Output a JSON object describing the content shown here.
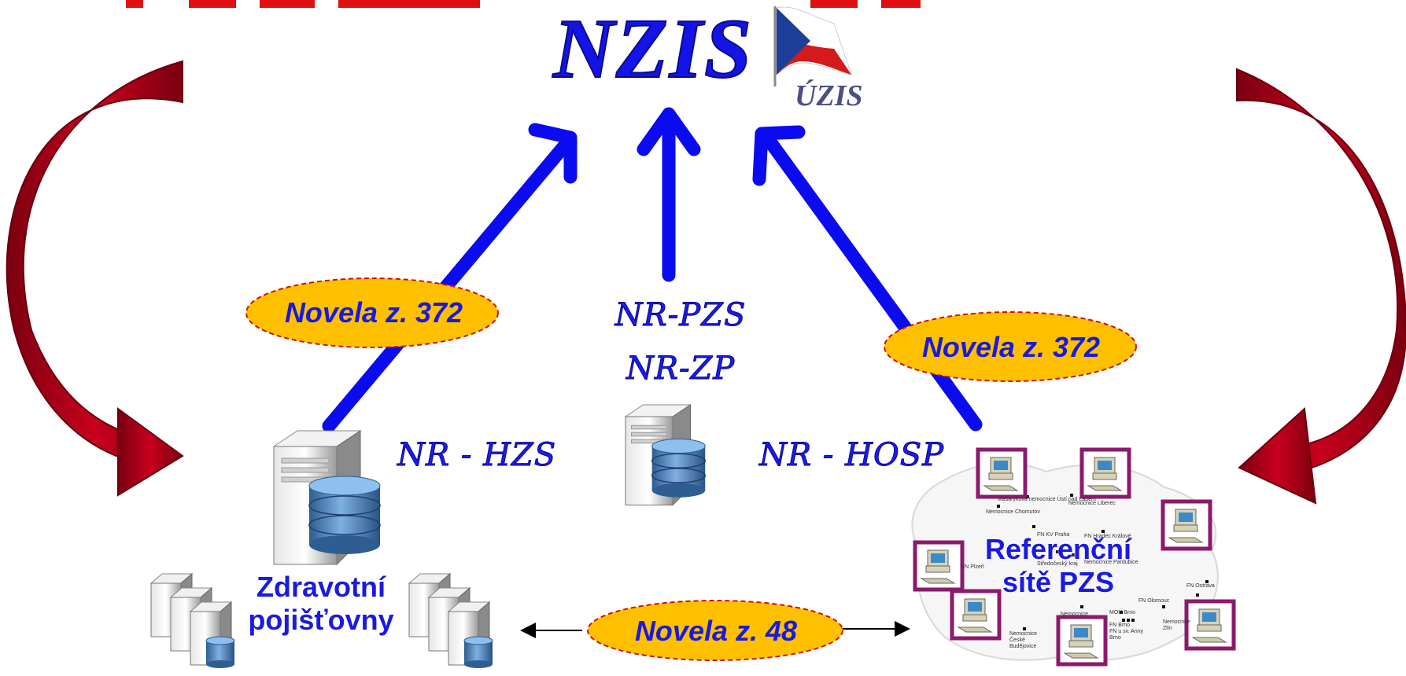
{
  "header": {
    "title": "NZIS",
    "institution": "ÚZIS"
  },
  "registers": {
    "center_line1": "NR-PZS",
    "center_line2": "NR-ZP",
    "left": "NR - HZS",
    "right": "NR - HOSP"
  },
  "amendments": {
    "left": "Novela z. 372",
    "right": "Novela z. 372",
    "bottom": "Novela z. 48"
  },
  "insurers": {
    "line1": "Zdravotní",
    "line2": "pojišťovny"
  },
  "reference_network": {
    "line1": "Referenční",
    "line2": "sítě PZS"
  },
  "map_labels": [
    "Masarykova nemocnice Ústí nad Labem",
    "Nemocnice Liberec",
    "Nemocnice Chomutov",
    "FN KV Praha",
    "FN Hradec Králové",
    "Středočeský kraj",
    "Nemocnice Pardubice",
    "FN Plzeň",
    "FN Ostrava",
    "FN Olomouc",
    "MOÚ Brno",
    "FN Brno",
    "FN u sv. Anny Brno",
    "Nemocnice Zlín",
    "Nemocnice",
    "Nemocnice České Budějovice"
  ],
  "colors": {
    "arrow_blue": "#0b0bf0",
    "text_blue": "#1a1ae0",
    "curve_red": "#b0001a",
    "oval_fill": "#ffc000",
    "oval_border": "#d01010",
    "terminal_frame": "#8b1a6b"
  },
  "icons": [
    "flag-icon",
    "server-database-icon",
    "server-cluster-icon",
    "computer-terminal-icon",
    "czech-map-icon"
  ]
}
